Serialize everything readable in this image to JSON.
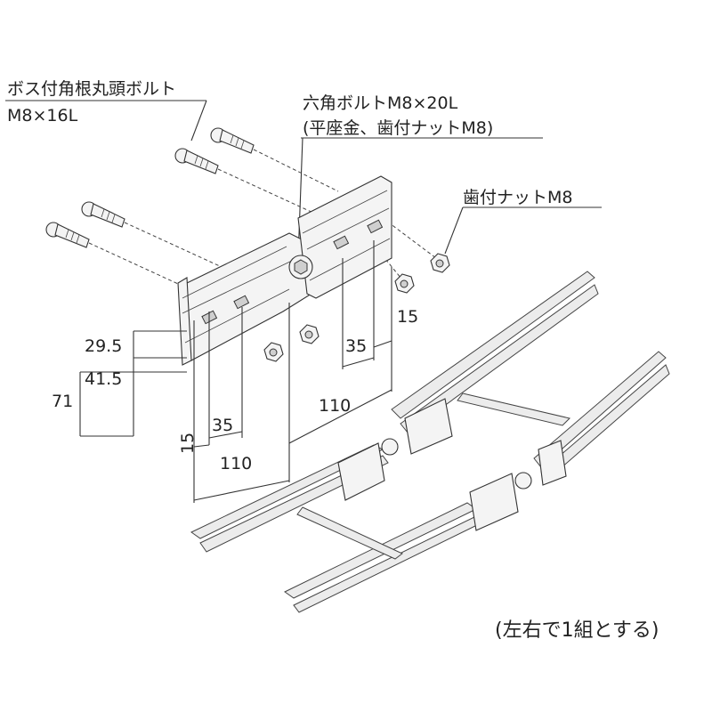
{
  "labels": {
    "boss_bolt_line1": "ボス付角根丸頭ボルト",
    "boss_bolt_line2": "M8×16L",
    "hex_bolt_line1": "六角ボルトM8×20L",
    "hex_bolt_line2": "(平座金、歯付ナットM8)",
    "toothed_nut": "歯付ナットM8",
    "footnote": "(左右で1組とする)"
  },
  "dimensions": {
    "d_29_5": "29.5",
    "d_41_5": "41.5",
    "d_71": "71",
    "d_15_left": "15",
    "d_35_left": "35",
    "d_110_left": "110",
    "d_110_right": "110",
    "d_35_right": "35",
    "d_15_right": "15"
  }
}
